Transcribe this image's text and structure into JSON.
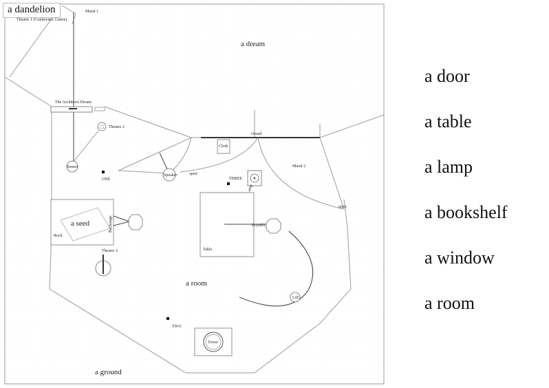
{
  "title": "a dandelion",
  "legend": [
    "a door",
    "a table",
    "a lamp",
    "a bookshelf",
    "a window",
    "a room"
  ],
  "map_labels": {
    "dream": "a dream",
    "seed": "a seed",
    "room": "a room",
    "ground": "a ground",
    "mural1": "Mural 1",
    "mural2": "Mural 2",
    "theatre1": "Theatre 1 (Conference Centre)",
    "theatre2": "Theatre 2",
    "theatre3": "Theatre 3",
    "architect": "The Architects Dream",
    "closed": "closed",
    "cloth": "Cloth",
    "open1": "open",
    "open2": "open",
    "one": "ONE",
    "two": "TWO",
    "three": "THREE",
    "rock": "Rock",
    "table": "Table",
    "tower": "Tower",
    "sensor": "Sensor",
    "speaker": "Speaker",
    "backstage": "Backstage",
    "lamp": "Lamp",
    "dsmall": "D-(mD)",
    "lift": "Lift"
  }
}
